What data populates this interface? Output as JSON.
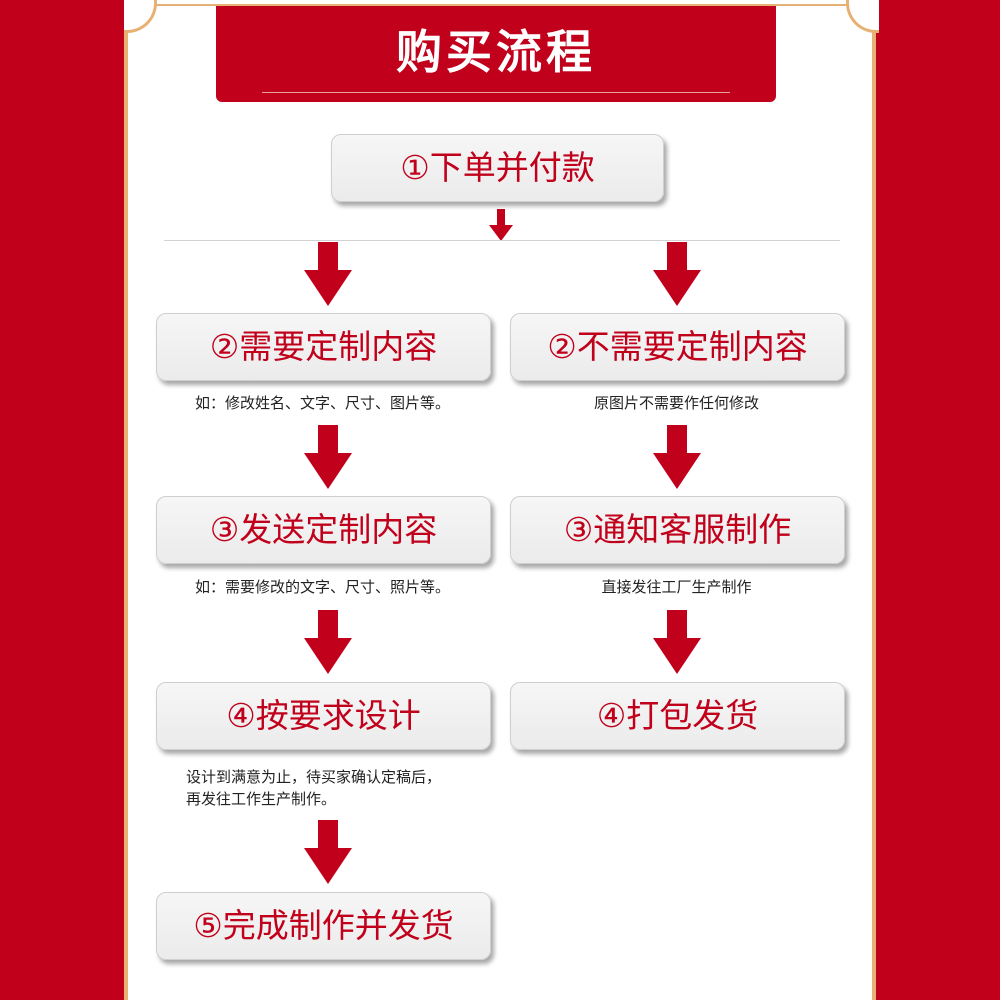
{
  "banner": {
    "title": "购买流程"
  },
  "start": {
    "label": "①下单并付款"
  },
  "left": {
    "steps": [
      {
        "label": "②需要定制内容",
        "note": "如：修改姓名、文字、尺寸、图片等。"
      },
      {
        "label": "③发送定制内容",
        "note": "如：需要修改的文字、尺寸、照片等。"
      },
      {
        "label": "④按要求设计",
        "note_lines": [
          "设计到满意为止，待买家确认定稿后，",
          "再发往工作生产制作。"
        ]
      },
      {
        "label": "⑤完成制作并发货"
      }
    ]
  },
  "right": {
    "steps": [
      {
        "label": "②不需要定制内容",
        "note": "原图片不需要作任何修改"
      },
      {
        "label": "③通知客服制作",
        "note": "直接发往工厂生产制作"
      },
      {
        "label": "④打包发货"
      }
    ]
  },
  "colors": {
    "accent": "#c1001b",
    "frame_gold": "#e7b173",
    "box_fill": "#efefef"
  },
  "icons": {
    "flow_arrow": "down-arrow-icon"
  }
}
